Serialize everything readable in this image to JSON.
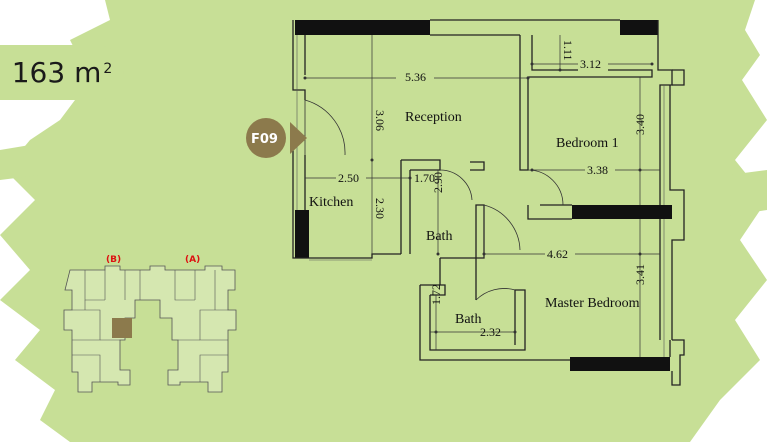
{
  "area": {
    "value": "163 m",
    "unit_superscript": "2"
  },
  "unit_marker": "F09",
  "rooms": {
    "reception": "Reception",
    "bedroom1": "Bedroom 1",
    "kitchen": "Kitchen",
    "bath1": "Bath",
    "bath2": "Bath",
    "master": "Master Bedroom"
  },
  "dimensions": {
    "d536": "5.36",
    "d306": "3.06",
    "d111": "1.11",
    "d312": "3.12",
    "d340": "3.40",
    "d338": "3.38",
    "d250": "2.50",
    "d170": "1.70",
    "d290": "2.90",
    "d230": "2.30",
    "d462": "4.62",
    "d341": "3.41",
    "d172": "1.72",
    "d232": "2.32"
  },
  "keyplan": {
    "label_b": "(B)",
    "label_a": "(A)"
  },
  "colors": {
    "accent_green": "#c7df96",
    "unit_marker": "#8c7a4c",
    "keyplan_highlight": "#8c7a4c",
    "key_labels": "#dd1111"
  }
}
